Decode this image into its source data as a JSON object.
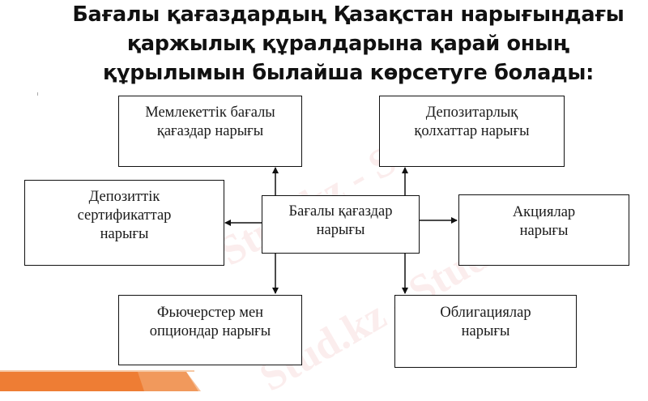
{
  "title": {
    "lines": [
      "Бағалы қағаздардың Қазақстан нарығындағы",
      "қаржылық құралдарына қарай оның",
      "құрылымын былайша көрсетуге болады:"
    ]
  },
  "diagram": {
    "center": {
      "lines": [
        "Бағалы қағаздар",
        "нарығы"
      ]
    },
    "nodes": {
      "top_left": {
        "lines": [
          "Мемлекеттік бағалы",
          "қағаздар нарығы"
        ]
      },
      "top_right": {
        "lines": [
          "Депозитарлық",
          "қолхаттар нарығы"
        ]
      },
      "left": {
        "lines": [
          "Депозиттік",
          "сертификаттар",
          "нарығы"
        ]
      },
      "right": {
        "lines": [
          "Акциялар",
          "нарығы"
        ]
      },
      "bottom_left": {
        "lines": [
          "Фьючерстер мен",
          "опциондар нарығы"
        ]
      },
      "bottom_right": {
        "lines": [
          "Облигациялар",
          "нарығы"
        ]
      }
    },
    "edges": [
      {
        "from": "center",
        "to": "top_left"
      },
      {
        "from": "center",
        "to": "top_right"
      },
      {
        "from": "center",
        "to": "left"
      },
      {
        "from": "center",
        "to": "right"
      },
      {
        "from": "center",
        "to": "bottom_left"
      },
      {
        "from": "center",
        "to": "bottom_right"
      }
    ]
  },
  "watermark": {
    "text": "Stud.kz - Stud.kz"
  },
  "accent_color": "#ee7d34"
}
